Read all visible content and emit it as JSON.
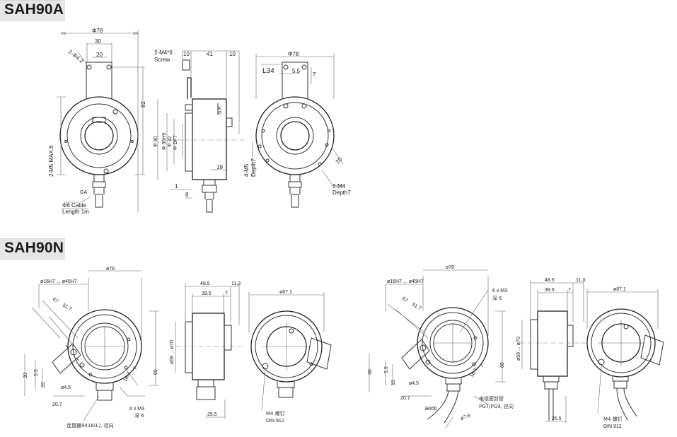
{
  "sections": {
    "a": "SAH90A",
    "n": "SAH90N"
  },
  "a": {
    "phi78_1": "Φ78",
    "d30": "30",
    "d20": "20",
    "holes": "2-Φ4.2",
    "d82": "82",
    "m5": "2-M5 MAX.6",
    "ga": "GA",
    "cable1": "Φ6 Cable",
    "cable2": "Length 1m",
    "screw1": "2-M4*6",
    "screw2": "Screw",
    "d10a": "10",
    "d41": "41",
    "d10b": "10",
    "phi90": "Φ 90",
    "phi56": "Φ 56H9",
    "phi32": "Φ 32",
    "phidf": "Φ DF7",
    "np": "N.P.",
    "d19": "19",
    "d1": "1",
    "d8": "8",
    "phi78_2": "Φ78",
    "l34": "L34",
    "d55": "5.5",
    "d7": "7",
    "d20b": "20",
    "m5b1": "4-M5",
    "m5b2": "Depth7",
    "m4a": "6-M4",
    "m4b": "Depth7"
  },
  "n": {
    "d76": "ø76",
    "bore": "ø16H7 ... ø45H7",
    "d67": "67",
    "d517": "51.7",
    "d30": "30",
    "d55": "5.5",
    "d15": "15",
    "d45": "ø4.5",
    "d207": "20.7",
    "d7": "7",
    "d87": "18.7",
    "d69": "69",
    "m3a": "6 x M3",
    "m3b": "深 6",
    "conn": "连接器9416(L), 径向",
    "d485": "48.5",
    "d113": "11.3",
    "d395": "39.5",
    "d7b": "7",
    "d59": "ø59 ... ø70",
    "d255": "25.5",
    "d871": "ø87.1",
    "m4": "M4 螺钉",
    "din": "DIN 912",
    "d65": "65",
    "r100": "R100",
    "d78": "ø7.8",
    "cable1": "电缆密封管",
    "cable2": "PG7/PG9, 径向"
  }
}
